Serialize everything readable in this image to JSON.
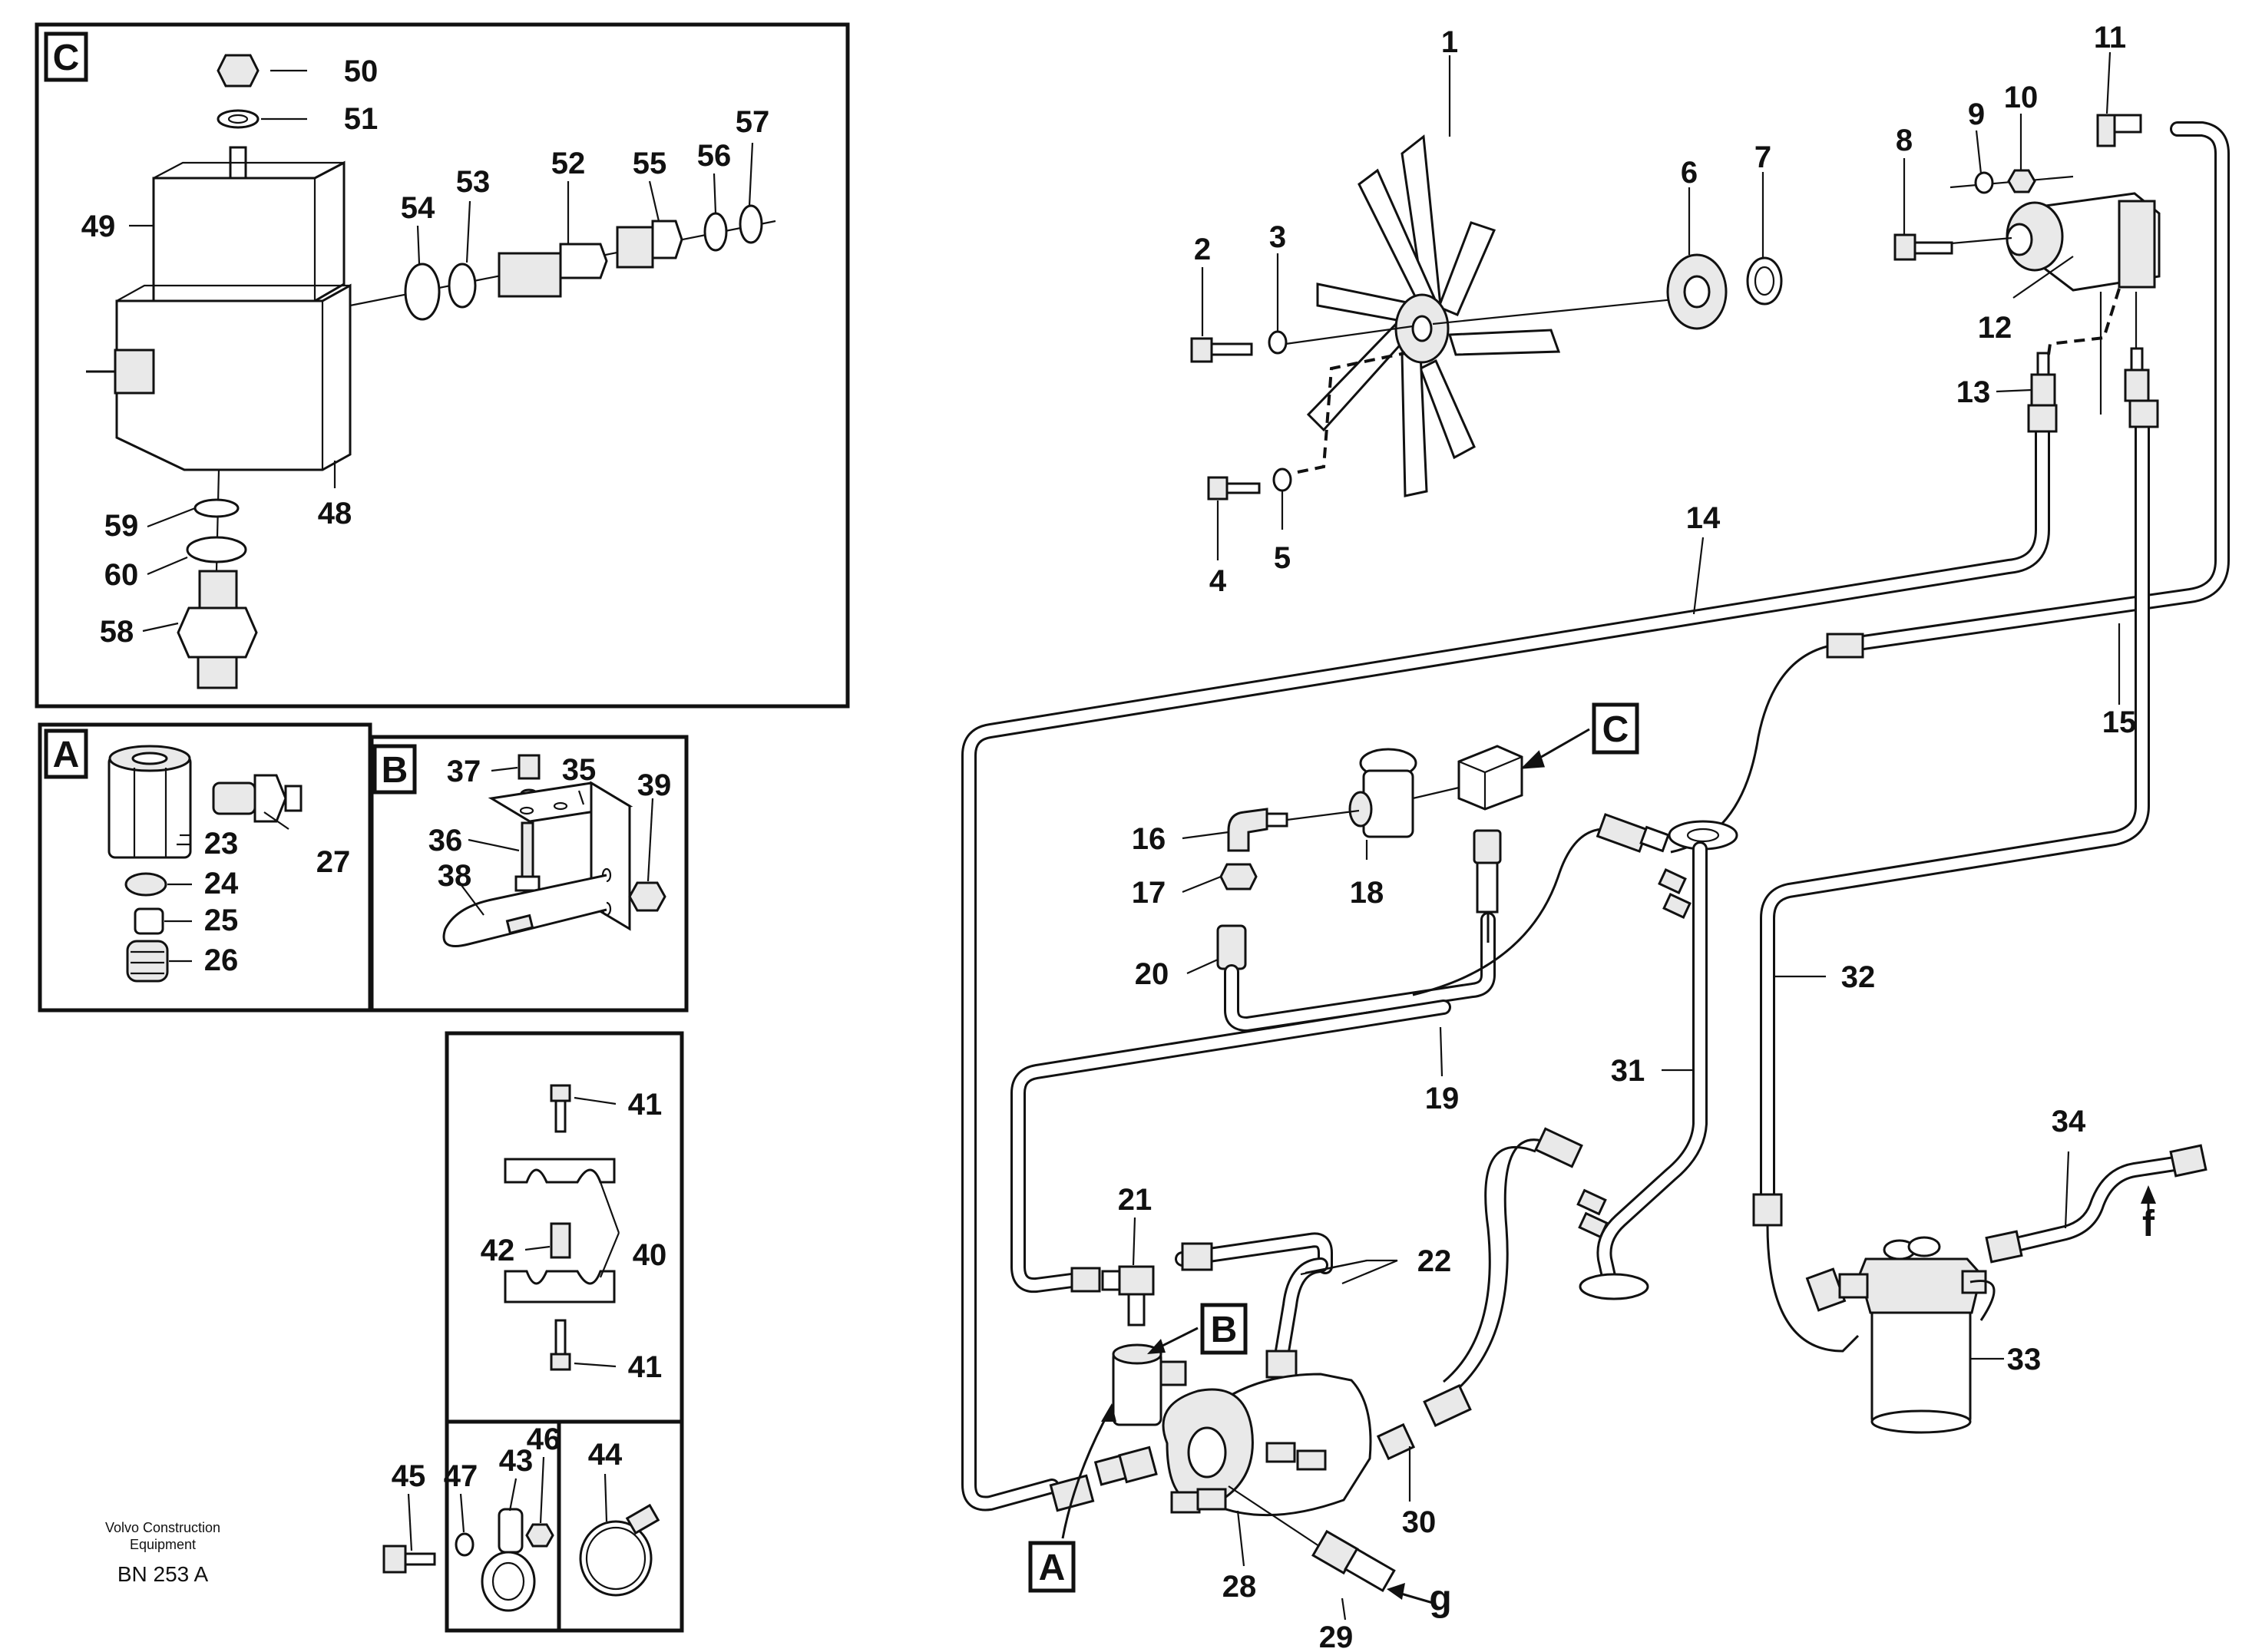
{
  "detail_tags": [
    "C",
    "A",
    "B",
    "C",
    "B",
    "A"
  ],
  "part_numbers": {
    "p1": "1",
    "p2": "2",
    "p3": "3",
    "p4": "4",
    "p5": "5",
    "p6": "6",
    "p7": "7",
    "p8": "8",
    "p9": "9",
    "p10": "10",
    "p11": "11",
    "p12": "12",
    "p13": "13",
    "p14": "14",
    "p15": "15",
    "p16": "16",
    "p17": "17",
    "p18": "18",
    "p19": "19",
    "p20": "20",
    "p21": "21",
    "p22": "22",
    "p23": "23",
    "p24": "24",
    "p25": "25",
    "p26": "26",
    "p27": "27",
    "p28": "28",
    "p29": "29",
    "p30": "30",
    "p31": "31",
    "p32": "32",
    "p33": "33",
    "p34": "34",
    "p35": "35",
    "p36": "36",
    "p37": "37",
    "p38": "38",
    "p39": "39",
    "p40": "40",
    "p41a": "41",
    "p41b": "41",
    "p42": "42",
    "p43": "43",
    "p44": "44",
    "p45": "45",
    "p46": "46",
    "p47": "47",
    "p48": "48",
    "p49": "49",
    "p50": "50",
    "p51": "51",
    "p52": "52",
    "p53": "53",
    "p54": "54",
    "p55": "55",
    "p56": "56",
    "p57": "57",
    "p58": "58",
    "p59": "59",
    "p60": "60"
  },
  "flow_markers": {
    "f": "f",
    "g": "g"
  },
  "credit": {
    "line1": "Volvo Construction",
    "line2": "Equipment",
    "code": "BN 253 A"
  }
}
